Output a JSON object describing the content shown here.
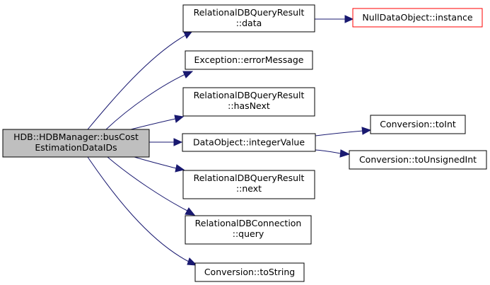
{
  "colors": {
    "edge": "#191970",
    "node_border": "#000000",
    "node_fill": "#ffffff",
    "root_fill": "#bfbfbf",
    "external_border": "#ff0000"
  },
  "nodes": {
    "root": [
      "HDB::HDBManager::busCost",
      "EstimationDataIDs"
    ],
    "data": [
      "RelationalDBQueryResult",
      "::data"
    ],
    "null_instance": [
      "NullDataObject::instance"
    ],
    "error_message": [
      "Exception::errorMessage"
    ],
    "has_next": [
      "RelationalDBQueryResult",
      "::hasNext"
    ],
    "integer_value": [
      "DataObject::integerValue"
    ],
    "to_int": [
      "Conversion::toInt"
    ],
    "to_unsigned_int": [
      "Conversion::toUnsignedInt"
    ],
    "next": [
      "RelationalDBQueryResult",
      "::next"
    ],
    "query": [
      "RelationalDBConnection",
      "::query"
    ],
    "to_string": [
      "Conversion::toString"
    ]
  }
}
